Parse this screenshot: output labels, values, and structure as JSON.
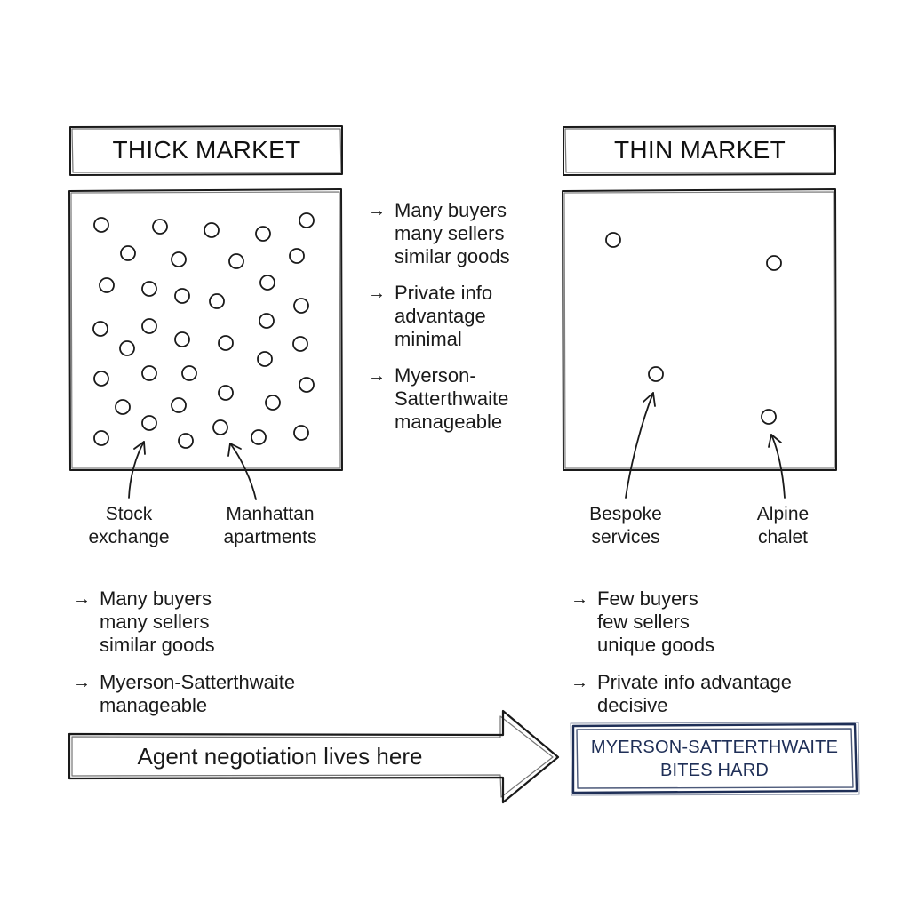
{
  "thick_market": {
    "title": "THICK MARKET",
    "side_notes": [
      {
        "lines": [
          "Many buyers",
          "many sellers",
          "similar goods"
        ]
      },
      {
        "lines": [
          "Private info",
          "advantage",
          "minimal"
        ]
      },
      {
        "lines": [
          "Myerson-",
          "Satterthwaite",
          "manageable"
        ]
      }
    ],
    "examples": [
      {
        "lines": [
          "Stock",
          "exchange"
        ]
      },
      {
        "lines": [
          "Manhattan",
          "apartments"
        ]
      }
    ],
    "notes": [
      {
        "lines": [
          "Many buyers",
          "many sellers",
          "similar goods"
        ]
      },
      {
        "lines": [
          "Myerson-Satterthwaite",
          "manageable"
        ]
      }
    ]
  },
  "thin_market": {
    "title": "THIN MARKET",
    "examples": [
      {
        "lines": [
          "Bespoke",
          "services"
        ]
      },
      {
        "lines": [
          "Alpine",
          "chalet"
        ]
      }
    ],
    "notes": [
      {
        "lines": [
          "Few buyers",
          "few sellers",
          "unique goods"
        ]
      },
      {
        "lines": [
          "Private info advantage",
          "decisive"
        ]
      }
    ]
  },
  "banner": {
    "text": "Agent negotiation lives here"
  },
  "stamp": {
    "lines": [
      "MYERSON-SATTERTHWAITE",
      "BITES HARD"
    ],
    "color": "#1f2f57"
  },
  "bullet_symbol": "→"
}
